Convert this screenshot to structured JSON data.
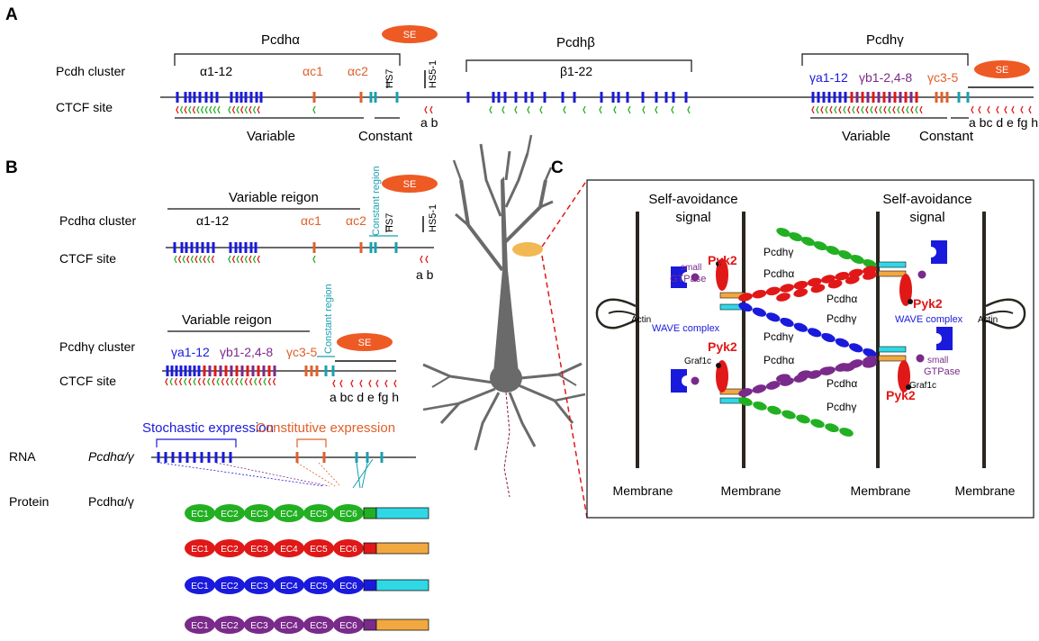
{
  "panels": {
    "a": "A",
    "b": "B",
    "c": "C"
  },
  "colors": {
    "blue": "#1a1adc",
    "orange": "#e0602a",
    "purple": "#7a2a8a",
    "teal": "#1aa0b0",
    "red": "#e01818",
    "green": "#22b022",
    "cyan": "#30d8e6",
    "tan": "#f2a840",
    "se": "#ee5a24",
    "gray": "#6a6a6a"
  },
  "panel_a": {
    "pcdh_cluster": "Pcdh cluster",
    "ctcf_site": "CTCF site",
    "pcdha": "Pcdhα",
    "pcdhb": "Pcdhβ",
    "pcdhg": "Pcdhγ",
    "a1_12": "α1-12",
    "ac1": "αc1",
    "ac2": "αc2",
    "hs7": "HS7",
    "hs51": "HS5-1",
    "se": "SE",
    "b1_22": "β1-22",
    "ga1_12": "γa1-12",
    "gb": "γb1-2,4-8",
    "gc": "γc3-5",
    "ab": "a b",
    "abcdefgh": "a bc d e fg h",
    "variable": "Variable",
    "constant": "Constant"
  },
  "panel_b": {
    "variable_region": "Variable reigon",
    "constant_region": "Constant region",
    "pcdha_cluster": "Pcdhα cluster",
    "pcdhg_cluster": "Pcdhγ cluster",
    "ctcf_site": "CTCF site",
    "a1_12": "α1-12",
    "ac1": "αc1",
    "ac2": "αc2",
    "hs7": "HS7",
    "hs51": "HS5-1",
    "se": "SE",
    "ga1_12": "γa1-12",
    "gb": "γb1-2,4-8",
    "gc": "γc3-5",
    "ab": "a b",
    "abcdefgh": "a bc d e fg h",
    "stochastic": "Stochastic expression",
    "constitutive": "Constitutive expression",
    "rna": "RNA",
    "protein": "Protein",
    "pcdhag": "Pcdhα/γ",
    "ec_labels": [
      "EC1",
      "EC2",
      "EC3",
      "EC4",
      "EC5",
      "EC6"
    ]
  },
  "panel_c": {
    "self_avoidance_1": "Self-avoidance",
    "signal": "signal",
    "self_avoidance_2": "Self-avoidance",
    "pyk2": "Pyk2",
    "small": "small",
    "gtpase": "GTPase",
    "actin": "Actin",
    "wave": "WAVE complex",
    "graf1c": "Graf1c",
    "pcdha": "Pcdhα",
    "pcdhg": "Pcdhγ",
    "membrane": "Membrane"
  }
}
